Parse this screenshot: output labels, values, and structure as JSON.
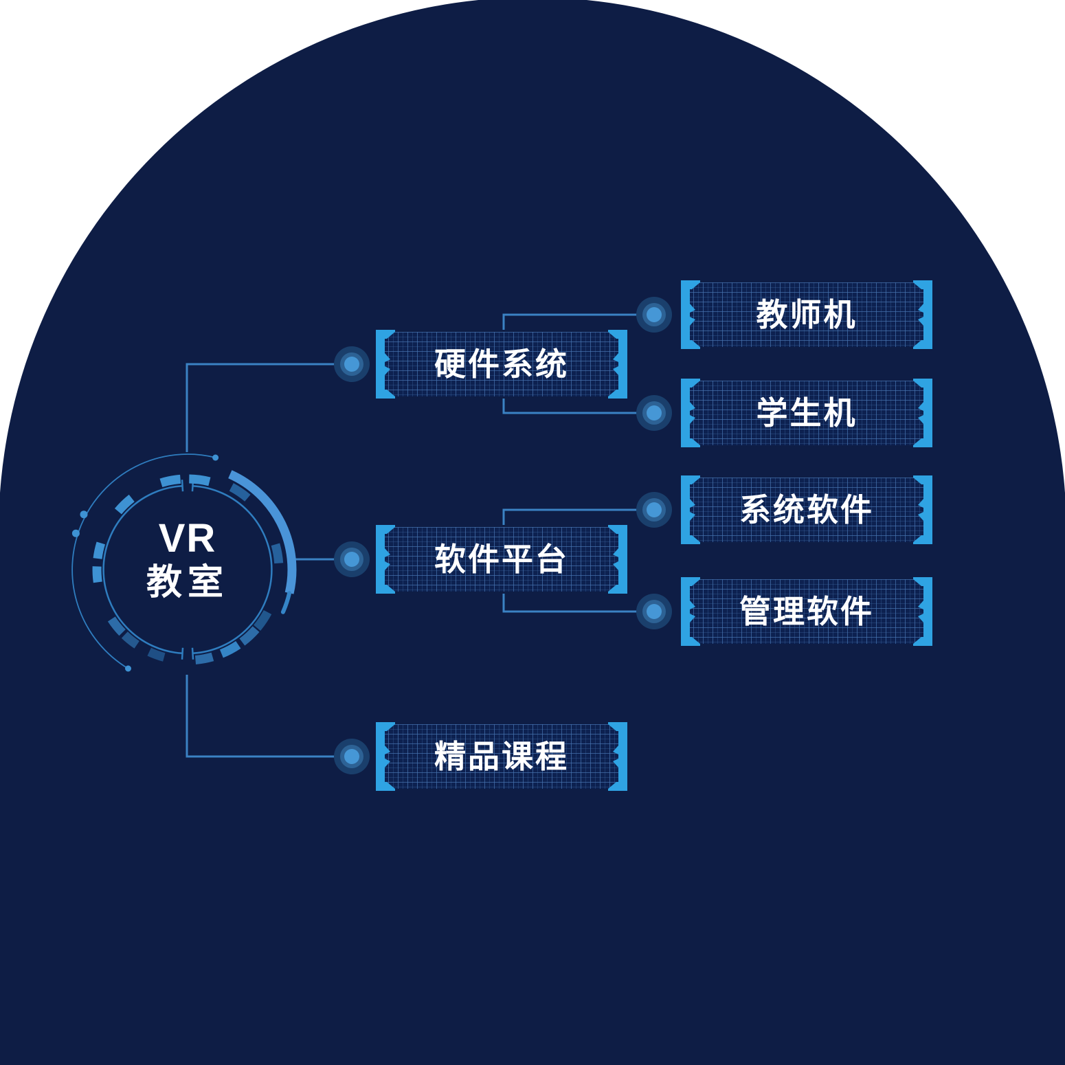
{
  "root": {
    "line1": "VR",
    "line2": "教室"
  },
  "branches": [
    {
      "label": "硬件系统",
      "children": [
        {
          "label": "教师机"
        },
        {
          "label": "学生机"
        }
      ]
    },
    {
      "label": "软件平台",
      "children": [
        {
          "label": "系统软件"
        },
        {
          "label": "管理软件"
        }
      ]
    },
    {
      "label": "精品课程",
      "children": []
    }
  ],
  "colors": {
    "dome_background": "#0e1d45",
    "box_fill": "#0d2150",
    "box_grid_line": "#3e6aa5",
    "bracket_blue": "#2fa3e3",
    "connector_line": "#3b82c4",
    "thick_arc": "#4a94d8",
    "ring_bright": "#3e92d3",
    "ring_medium": "#2d6ca8",
    "ring_dark": "#1f4f85",
    "circle_stroke": "#2f7dbf",
    "dot_core": "#4697d6",
    "dot_mid": "#2d6295",
    "dot_outer": "#1a3f6c",
    "text": "#ffffff"
  }
}
